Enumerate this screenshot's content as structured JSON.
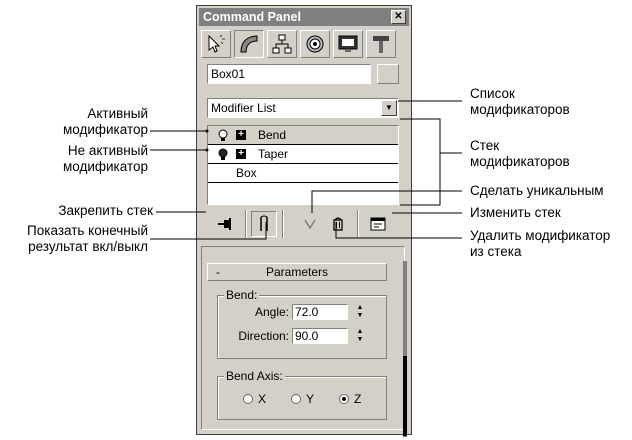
{
  "panel": {
    "title": "Command Panel",
    "close_label": "✕",
    "tabs": [
      {
        "icon": "create-arrow-icon"
      },
      {
        "icon": "modify-curve-icon"
      },
      {
        "icon": "hierarchy-icon"
      },
      {
        "icon": "motion-icon"
      },
      {
        "icon": "display-icon"
      },
      {
        "icon": "utilities-hammer-icon"
      }
    ],
    "active_tab_index": 1,
    "object_name": "Box01",
    "modifier_list_value": "Modifier List",
    "stack": [
      {
        "label": "Bend",
        "active": true
      },
      {
        "label": "Taper",
        "active": false
      },
      {
        "label": "Box"
      }
    ],
    "parameters": {
      "rollout_toggle": "-",
      "rollout_title": "Parameters",
      "bend_group": "Bend:",
      "angle_label": "Angle:",
      "angle_value": "72.0",
      "direction_label": "Direction:",
      "direction_value": "90.0",
      "axis_group": "Bend Axis:",
      "axis_options": [
        "X",
        "Y",
        "Z"
      ],
      "axis_selected": "Z"
    }
  },
  "callouts": {
    "modifier_list": "Список\nмодификаторов",
    "active_modifier": "Активный\nмодификатор",
    "inactive_modifier": "Не активный\nмодификатор",
    "modifier_stack": "Стек\nмодификаторов",
    "make_unique": "Сделать уникальным",
    "pin_stack": "Закрепить стек",
    "configure_stack": "Изменить стек",
    "show_end_result": "Показать конечный\nрезультат вкл/выкл",
    "remove_modifier": "Удалить модификатор\nиз стека"
  }
}
